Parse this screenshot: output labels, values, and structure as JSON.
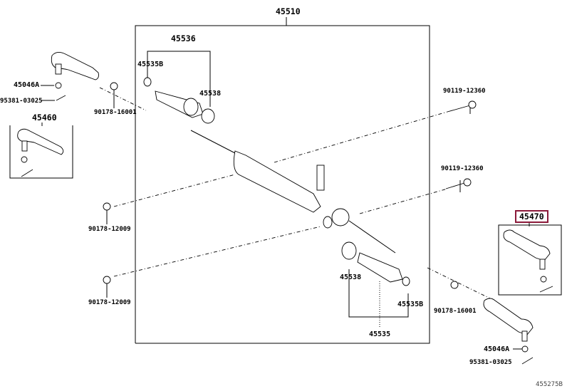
{
  "diagram": {
    "type": "exploded parts diagram",
    "subject": "steering rack and pinion assembly",
    "highlight_color": "#8b1a3a",
    "figure_code": "455275B",
    "labels": {
      "rack_assembly": "45510",
      "boot_kit_upper": "45536",
      "clamp_upper": "45535B",
      "band_upper": "45538",
      "bolt_upper": "90119-12360",
      "bolt_lower": "90119-12360",
      "tie_rod_end_lh": "45460",
      "nut_lh": "45046A",
      "cotter_pin_lh": "95381-03025",
      "nut_16001_lh": "90178-16001",
      "nut_12009_upper": "90178-12009",
      "nut_12009_lower": "90178-12009",
      "tie_rod_end_rh": "45470",
      "band_lower": "45538",
      "clamp_lower": "45535B",
      "boot_kit_lower": "45535",
      "nut_16001_rh": "90178-16001",
      "nut_rh": "45046A",
      "cotter_pin_rh": "95381-03025"
    },
    "selected_part": "45470"
  }
}
